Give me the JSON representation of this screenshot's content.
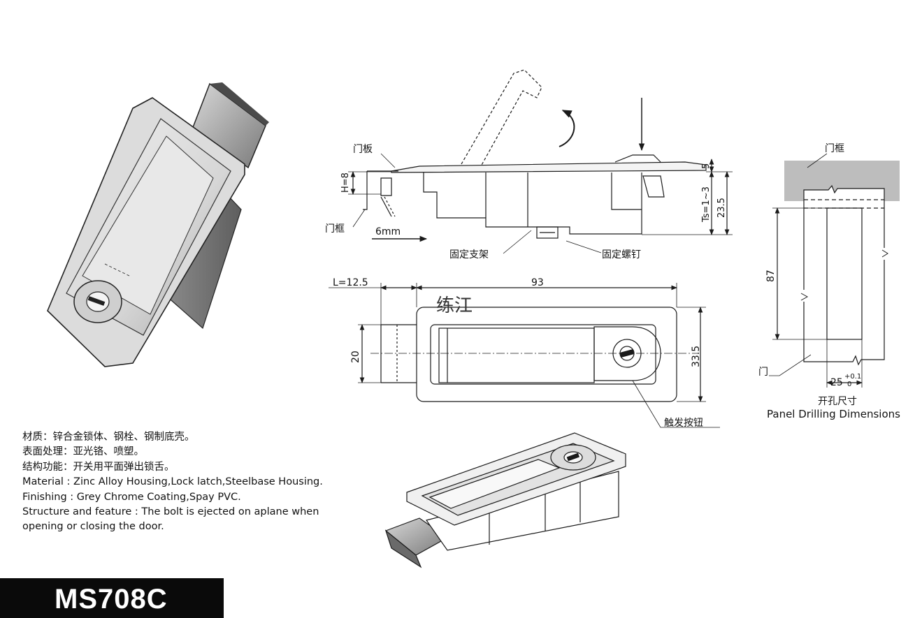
{
  "product": {
    "model": "MS708C"
  },
  "specs": {
    "material_cn": "材质：锌合金锁体、钢栓、钢制底壳。",
    "finish_cn": "表面处理：亚光铬、喷塑。",
    "function_cn": "结构功能：开关用平面弹出锁舌。",
    "material_en": "Material : Zinc Alloy Housing,Lock latch,Steelbase Housing.",
    "finish_en": "Finishing :  Grey Chrome Coating,Spay PVC.",
    "structure_en": "Structure and feature : The bolt is ejected on aplane when opening or closing the door."
  },
  "side_view": {
    "door_panel": "门板",
    "door_frame": "门框",
    "h_dim": "H=8",
    "travel": "6mm",
    "bracket": "固定支架",
    "screw": "固定螺钉",
    "dim_5": "5",
    "ts_dim": "Ts=1~3",
    "dim_23_5": "23.5"
  },
  "front_view": {
    "l_dim": "L=12.5",
    "dim_93": "93",
    "dim_20": "20",
    "dim_33_5": "33.5",
    "watermark": "练江",
    "trigger": "触发按钮"
  },
  "cutout": {
    "door_frame": "门框",
    "door": "门",
    "dim_87": "87",
    "dim_25": "25",
    "tol_upper": "+0.1",
    "tol_lower": "0",
    "title_cn": "开孔尺寸",
    "title_en": "Panel Drilling Dimensions"
  },
  "colors": {
    "line": "#1a1a1a",
    "metal_light": "#e4e4e4",
    "metal_mid": "#c4c4c4",
    "metal_dark": "#8c8c8c",
    "hatch": "#bdbdbd",
    "label_bar": "#0a0a0a"
  }
}
